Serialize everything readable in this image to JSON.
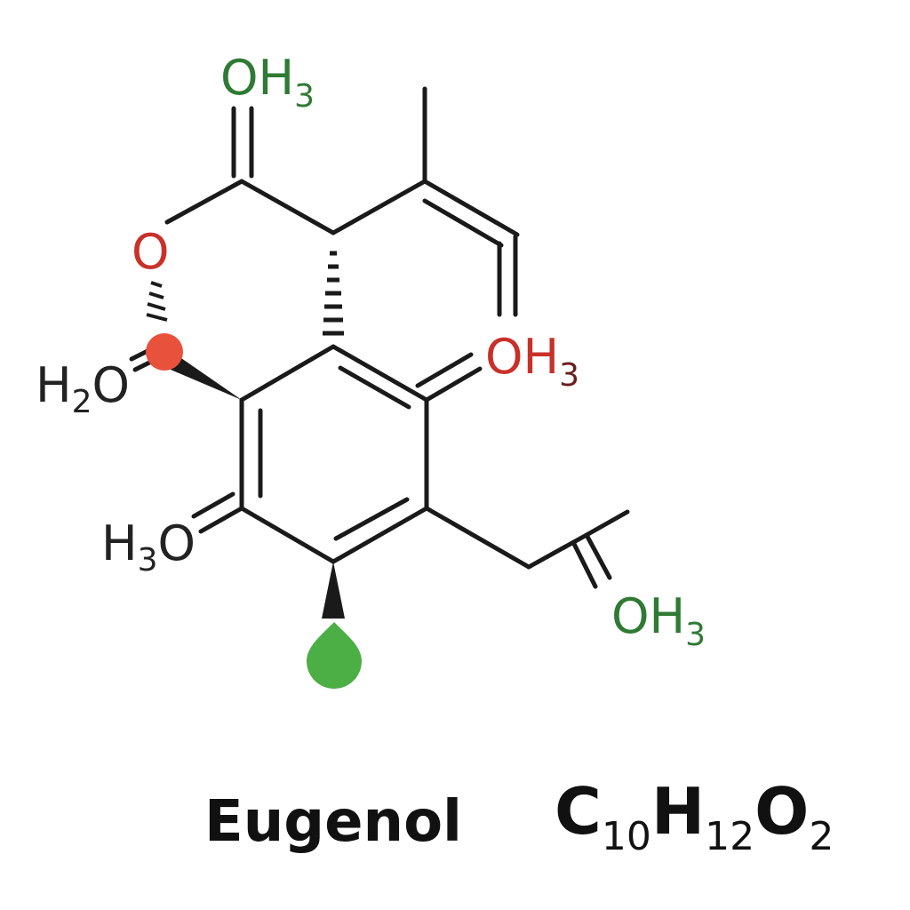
{
  "colors": {
    "bond": "#1a1a1a",
    "green_label": "#2f7a34",
    "red_label": "#c8312a",
    "dark_red_label": "#6b1c1c",
    "black_label": "#222222",
    "red_atom": "#e8513b",
    "green_atom": "#4caf45"
  },
  "labels": {
    "oh3_top": {
      "main": "OH",
      "sub": "3"
    },
    "o_ring": {
      "main": "O"
    },
    "oh3_right": {
      "main": "OH",
      "sub": "3"
    },
    "h2o_left": {
      "pre": "H",
      "sub": "2",
      "main": "O"
    },
    "h3o_left": {
      "pre": "H",
      "sub": "3",
      "main": "O"
    },
    "oh3_bottom": {
      "main": "OH",
      "sub": "3"
    }
  },
  "caption": {
    "name": "Eugenol",
    "formula": {
      "c": "C",
      "c_n": "10",
      "h": "H",
      "h_n": "12",
      "o": "O",
      "o_n": "2"
    }
  }
}
